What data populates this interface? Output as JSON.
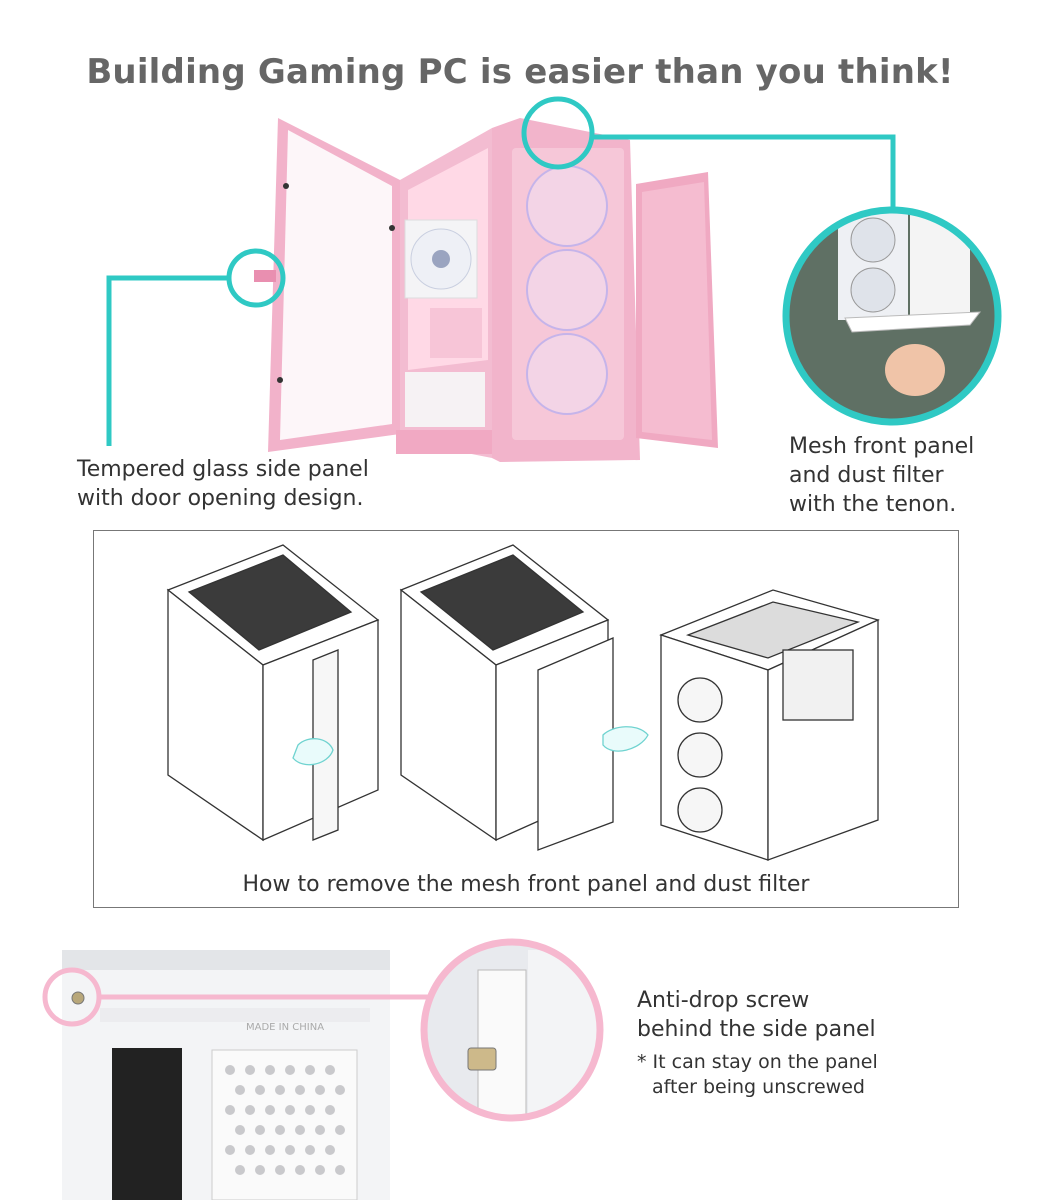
{
  "title": "Building Gaming PC is easier than you think!",
  "callouts": {
    "glass": [
      "Tempered glass side panel",
      "with door opening design."
    ],
    "mesh": [
      "Mesh front panel",
      "and dust filter",
      "with the tenon."
    ],
    "remove": "How to remove the mesh front panel and dust filter",
    "screw": [
      "Anti-drop screw",
      "behind the side panel"
    ],
    "screw_note": [
      "* It can stay on the panel",
      "after being unscrewed"
    ]
  },
  "photo_text": {
    "made_in": "MADE IN CHINA"
  },
  "colors": {
    "teal": "#2fc9c4",
    "pink_case": "#f1aec7",
    "pink_ring": "#f6b8cf",
    "title_gray": "#666666"
  }
}
